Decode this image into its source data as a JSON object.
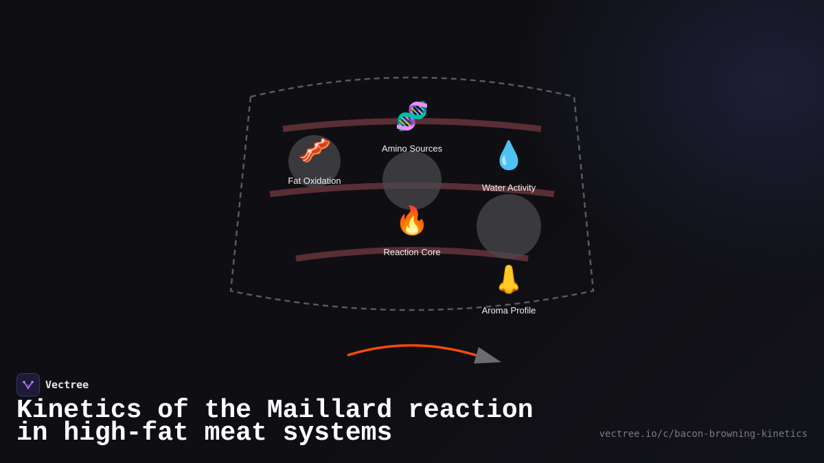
{
  "diagram": {
    "nodes": [
      {
        "id": "fat",
        "label": "Fat Oxidation",
        "icon": "bacon-icon",
        "glyph": "🥓"
      },
      {
        "id": "amino",
        "label": "Amino Sources",
        "icon": "dna-icon",
        "glyph": "🧬"
      },
      {
        "id": "water",
        "label": "Water Activity",
        "icon": "droplet-icon",
        "glyph": "💧"
      },
      {
        "id": "core",
        "label": "Reaction Core",
        "icon": "fire-icon",
        "glyph": "🔥"
      },
      {
        "id": "aroma",
        "label": "Aroma Profile",
        "icon": "nose-icon",
        "glyph": "👃"
      }
    ],
    "colors": {
      "boundary": "#5a5a5f",
      "band": "#5a2e35",
      "node_circle": "#4a4a4e",
      "arrow": "#ff4a0a",
      "arrow_head": "#6b6b70"
    }
  },
  "brand": {
    "name": "Vectree",
    "logo_icon": "vectree-logo-icon"
  },
  "title": "Kinetics of the Maillard reaction in high-fat meat systems",
  "url": "vectree.io/c/bacon-browning-kinetics"
}
